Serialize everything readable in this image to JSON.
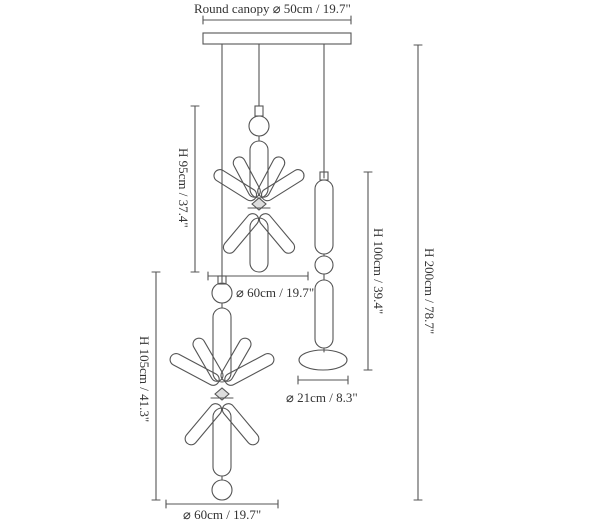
{
  "labels": {
    "canopy": "Round canopy ⌀ 50cm / 19.7\"",
    "upper_width": "⌀ 60cm / 19.7\"",
    "lower_width": "⌀ 60cm / 19.7\"",
    "column_width": "⌀ 21cm / 8.3\"",
    "upper_height": "H 95cm / 37.4\"",
    "lower_height": "H 105cm / 41.3\"",
    "column_height": "H 100cm / 39.4\"",
    "total_height": "H 200cm / 78.7\""
  },
  "colors": {
    "line": "#555555",
    "text": "#333333"
  }
}
